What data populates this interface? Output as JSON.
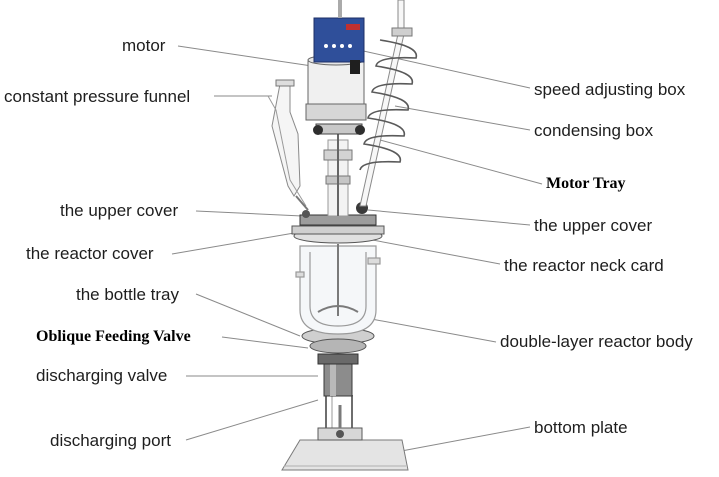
{
  "labels": {
    "motor": "motor",
    "constant_pressure_funnel": "constant pressure funnel",
    "upper_cover_left": "the upper cover",
    "reactor_cover": "the reactor cover",
    "bottle_tray": "the bottle tray",
    "oblique_feeding_valve": "Oblique Feeding Valve",
    "discharging_valve": "discharging valve",
    "discharging_port": "discharging port",
    "speed_adjusting_box": "speed adjusting box",
    "condensing_box": "condensing box",
    "motor_tray": "Motor Tray",
    "upper_cover_right": "the upper cover",
    "reactor_neck_card": "the reactor neck card",
    "double_layer_reactor_body": "double-layer reactor body",
    "bottom_plate": "bottom plate"
  },
  "colors": {
    "label_text": "#1e1e1e",
    "leader_line": "#8a8a8a",
    "control_panel": "#2f4f9a",
    "glass_outline": "#9a9a9a",
    "metal_dark": "#3a3a3a"
  }
}
